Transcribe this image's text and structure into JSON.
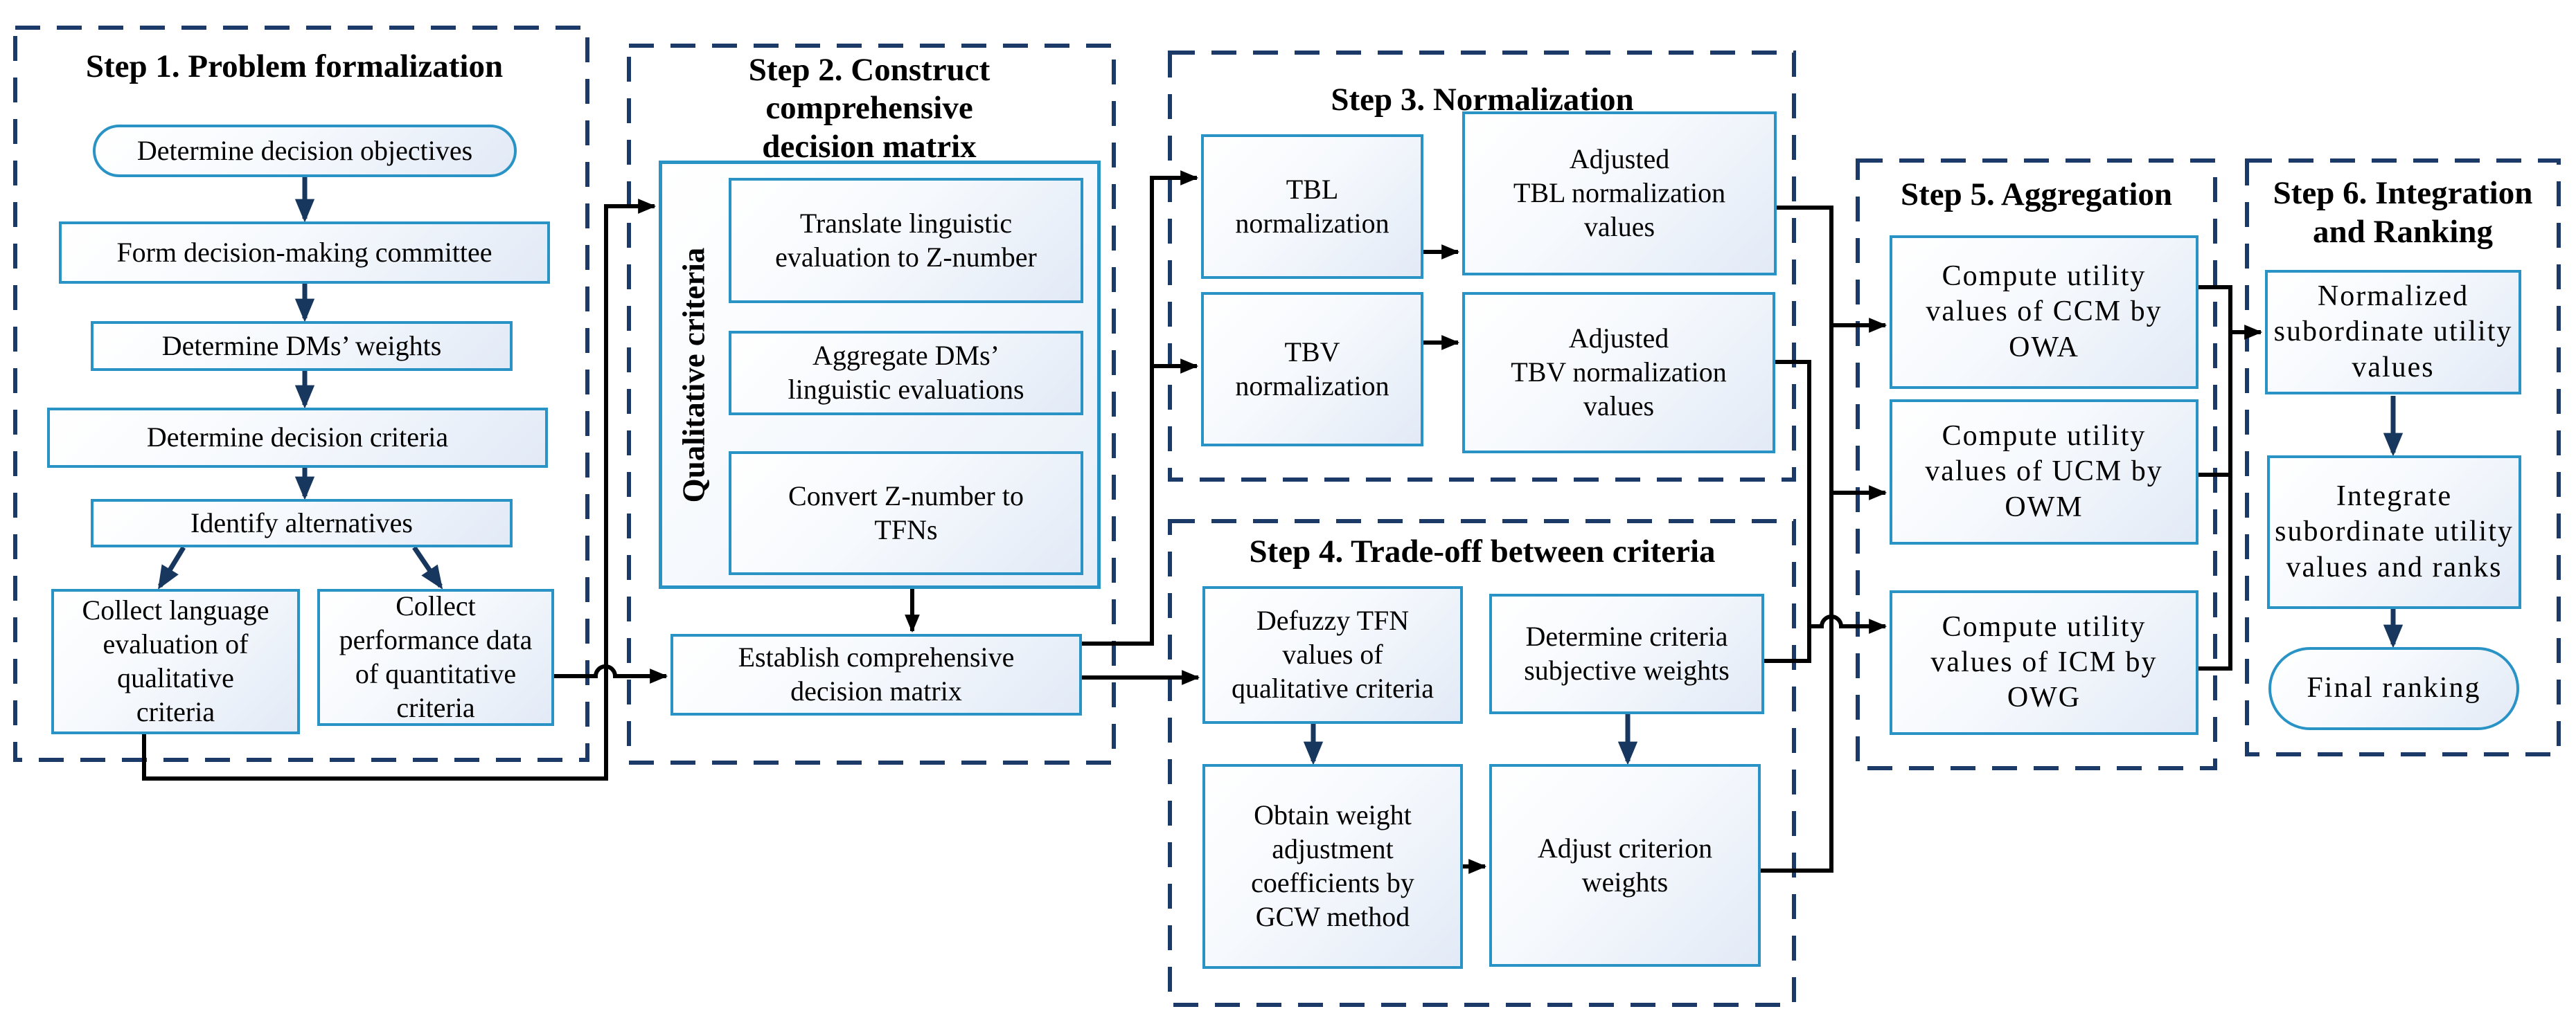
{
  "figure_type": "methodology-flowchart",
  "colors": {
    "border_blue": "#2a93c5",
    "dashed_navy": "#1b3a68",
    "arrow_navy": "#17375e",
    "line_black": "#000000",
    "box_fill_light": "#e2eaf6"
  },
  "steps": [
    {
      "title": "Step 1. Problem formalization",
      "boxes": [
        {
          "label": "Determine decision objectives"
        },
        {
          "label": "Form decision-making committee"
        },
        {
          "label": "Determine DMs’ weights"
        },
        {
          "label": "Determine decision criteria"
        },
        {
          "label": "Identify alternatives"
        },
        {
          "label": "Collect language\nevaluation of\nqualitative\ncriteria"
        },
        {
          "label": "Collect\nperformance data\nof quantitative\ncriteria"
        }
      ]
    },
    {
      "title": "Step 2. Construct comprehensive\ndecision matrix",
      "side_label": "Qualitative criteria",
      "boxes": [
        {
          "label": "Translate linguistic\nevaluation to Z-number"
        },
        {
          "label": "Aggregate DMs’\nlinguistic evaluations"
        },
        {
          "label": "Convert Z-number to\nTFNs"
        },
        {
          "label": "Establish comprehensive\ndecision matrix"
        }
      ]
    },
    {
      "title": "Step 3. Normalization",
      "boxes": [
        {
          "label": "TBL\nnormalization"
        },
        {
          "label": "Adjusted\nTBL normalization\nvalues"
        },
        {
          "label": "TBV\nnormalization"
        },
        {
          "label": "Adjusted\nTBV normalization\nvalues"
        }
      ]
    },
    {
      "title": "Step 4. Trade-off between criteria",
      "boxes": [
        {
          "label": "Defuzzy TFN\nvalues of\nqualitative criteria"
        },
        {
          "label": "Determine criteria\nsubjective weights"
        },
        {
          "label": "Obtain weight\nadjustment\ncoefficients by\nGCW method"
        },
        {
          "label": "Adjust criterion\nweights"
        }
      ]
    },
    {
      "title": "Step 5. Aggregation",
      "boxes": [
        {
          "label": "Compute utility\nvalues of CCM by\nOWA"
        },
        {
          "label": "Compute utility\nvalues of UCM by\nOWM"
        },
        {
          "label": "Compute utility\nvalues of ICM by\nOWG"
        }
      ]
    },
    {
      "title": "Step 6. Integration\nand Ranking",
      "boxes": [
        {
          "label": "Normalized\nsubordinate utility\nvalues"
        },
        {
          "label": "Integrate\nsubordinate utility\nvalues and ranks"
        },
        {
          "label": "Final ranking"
        }
      ]
    }
  ]
}
